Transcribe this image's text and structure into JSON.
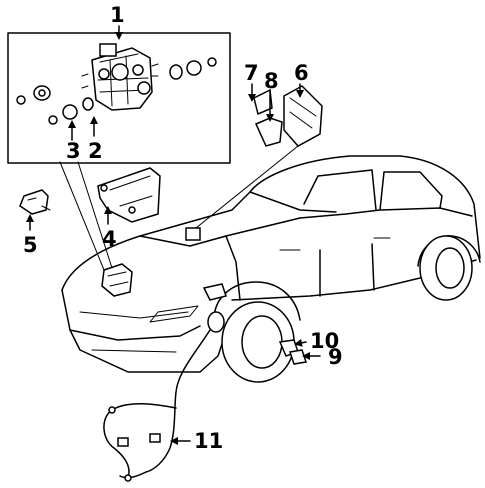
{
  "diagram": {
    "callouts": [
      {
        "id": "1",
        "text": "1"
      },
      {
        "id": "2",
        "text": "2"
      },
      {
        "id": "3",
        "text": "3"
      },
      {
        "id": "4",
        "text": "4"
      },
      {
        "id": "5",
        "text": "5"
      },
      {
        "id": "6",
        "text": "6"
      },
      {
        "id": "7",
        "text": "7"
      },
      {
        "id": "8",
        "text": "8"
      },
      {
        "id": "9",
        "text": "9"
      },
      {
        "id": "10",
        "text": "10"
      },
      {
        "id": "11",
        "text": "11"
      }
    ],
    "icons": [
      "abs-actuator-icon",
      "relay-icon",
      "bracket-icon",
      "control-module-icon",
      "wheel-speed-sensor-icon",
      "wiring-harness-icon",
      "sedan-car-icon"
    ]
  }
}
